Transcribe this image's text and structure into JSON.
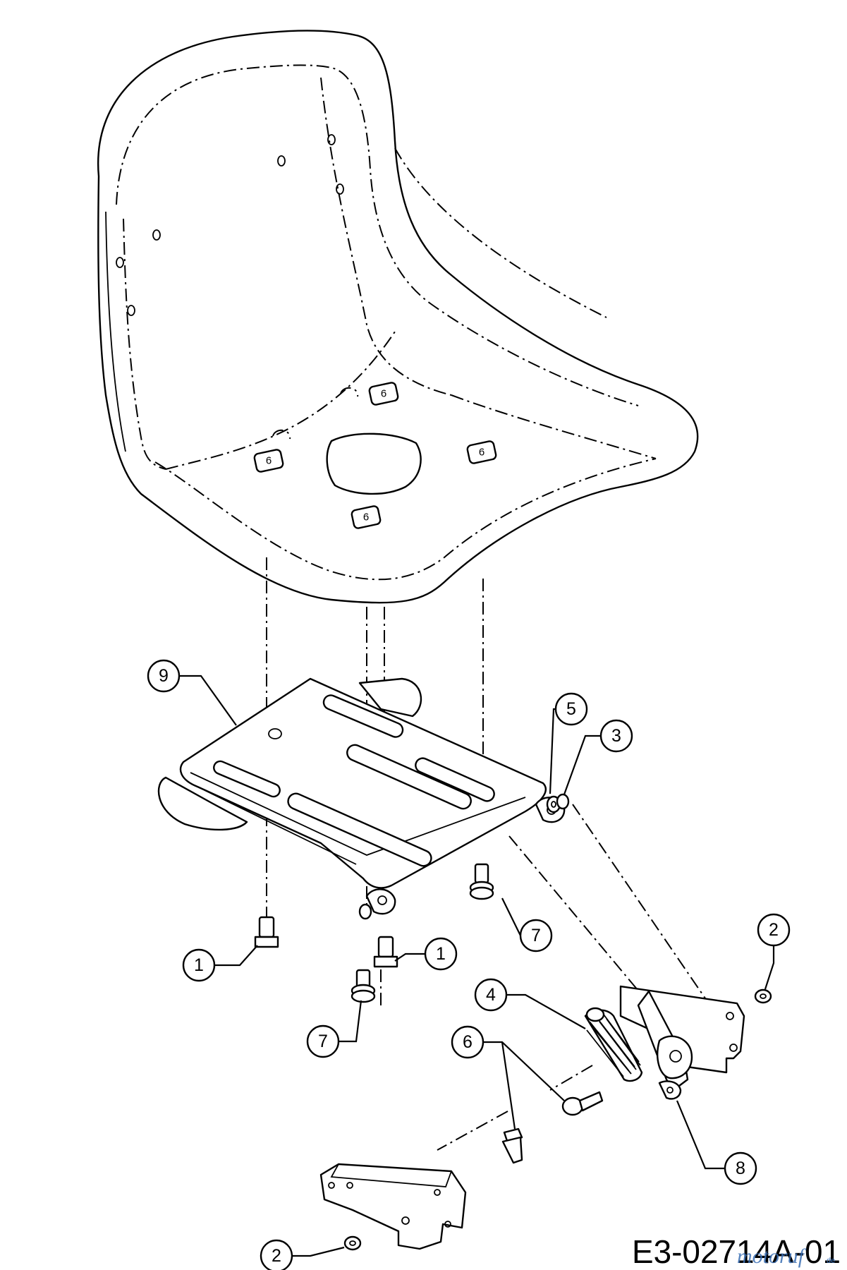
{
  "callouts": [
    {
      "id": "1",
      "label": "1"
    },
    {
      "id": "1b",
      "label": "1"
    },
    {
      "id": "2",
      "label": "2"
    },
    {
      "id": "2b",
      "label": "2"
    },
    {
      "id": "3",
      "label": "3"
    },
    {
      "id": "4",
      "label": "4"
    },
    {
      "id": "5",
      "label": "5"
    },
    {
      "id": "6",
      "label": "6"
    },
    {
      "id": "7",
      "label": "7"
    },
    {
      "id": "7b",
      "label": "7"
    },
    {
      "id": "8",
      "label": "8"
    },
    {
      "id": "9",
      "label": "9"
    }
  ],
  "seat_boss_label": "6",
  "diagram_code": "E3-02714A-01",
  "watermark": {
    "brand": "motoruf",
    "suffix": "de"
  }
}
